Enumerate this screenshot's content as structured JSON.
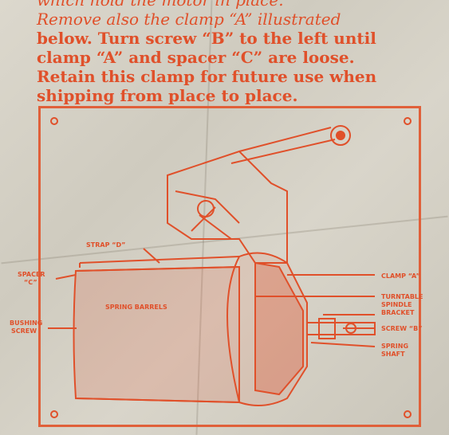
{
  "instructions": {
    "lines": [
      "which hold the motor in place.",
      "Remove also the clamp “A” illustrated",
      "below. Turn screw “B” to the left until",
      "clamp “A” and spacer “C” are loose.",
      "Retain this clamp for future use when",
      "shipping from place to place."
    ]
  },
  "diagram": {
    "labels": {
      "strap_d": "STRAP “D”",
      "spacer_c_1": "SPACER",
      "spacer_c_2": "“C”",
      "bushing_screw_1": "BUSHING",
      "bushing_screw_2": "SCREW",
      "spring_barrels": "SPRING BARRELS",
      "clamp_a": "CLAMP “A”",
      "turntable_1": "TURNTABLE",
      "turntable_2": "SPINDLE",
      "turntable_3": "BRACKET",
      "screw_b": "SCREW “B”",
      "spring_shaft_1": "SPRING",
      "spring_shaft_2": "SHAFT"
    }
  },
  "colors": {
    "ink": "#e0502a",
    "paper": "#d8d4c8"
  }
}
